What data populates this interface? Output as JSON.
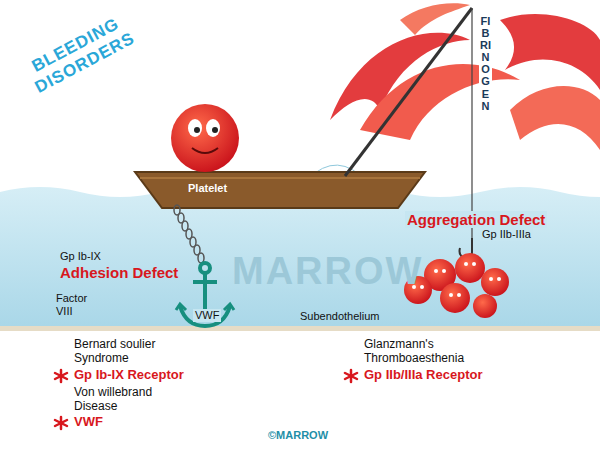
{
  "diagram": {
    "title": "BLEEDING DISORDERS",
    "labels": [
      "FIBRINOGEN",
      "Platelet",
      "Gp Ib-IX",
      "Adhesion Defect",
      "Aggregation Defect",
      "Gp IIb-IIIa",
      "Factor VIII",
      "VWF",
      "MARROW",
      "Subendothelium",
      "Bernard soulier Syndrome",
      "Gp Ib-IX Receptor",
      "Glanzmann's Thromboaesthenia",
      "Gp IIb/IIIa Receptor",
      "Von willebrand Disease",
      "VWF",
      "©MARROW"
    ]
  }
}
